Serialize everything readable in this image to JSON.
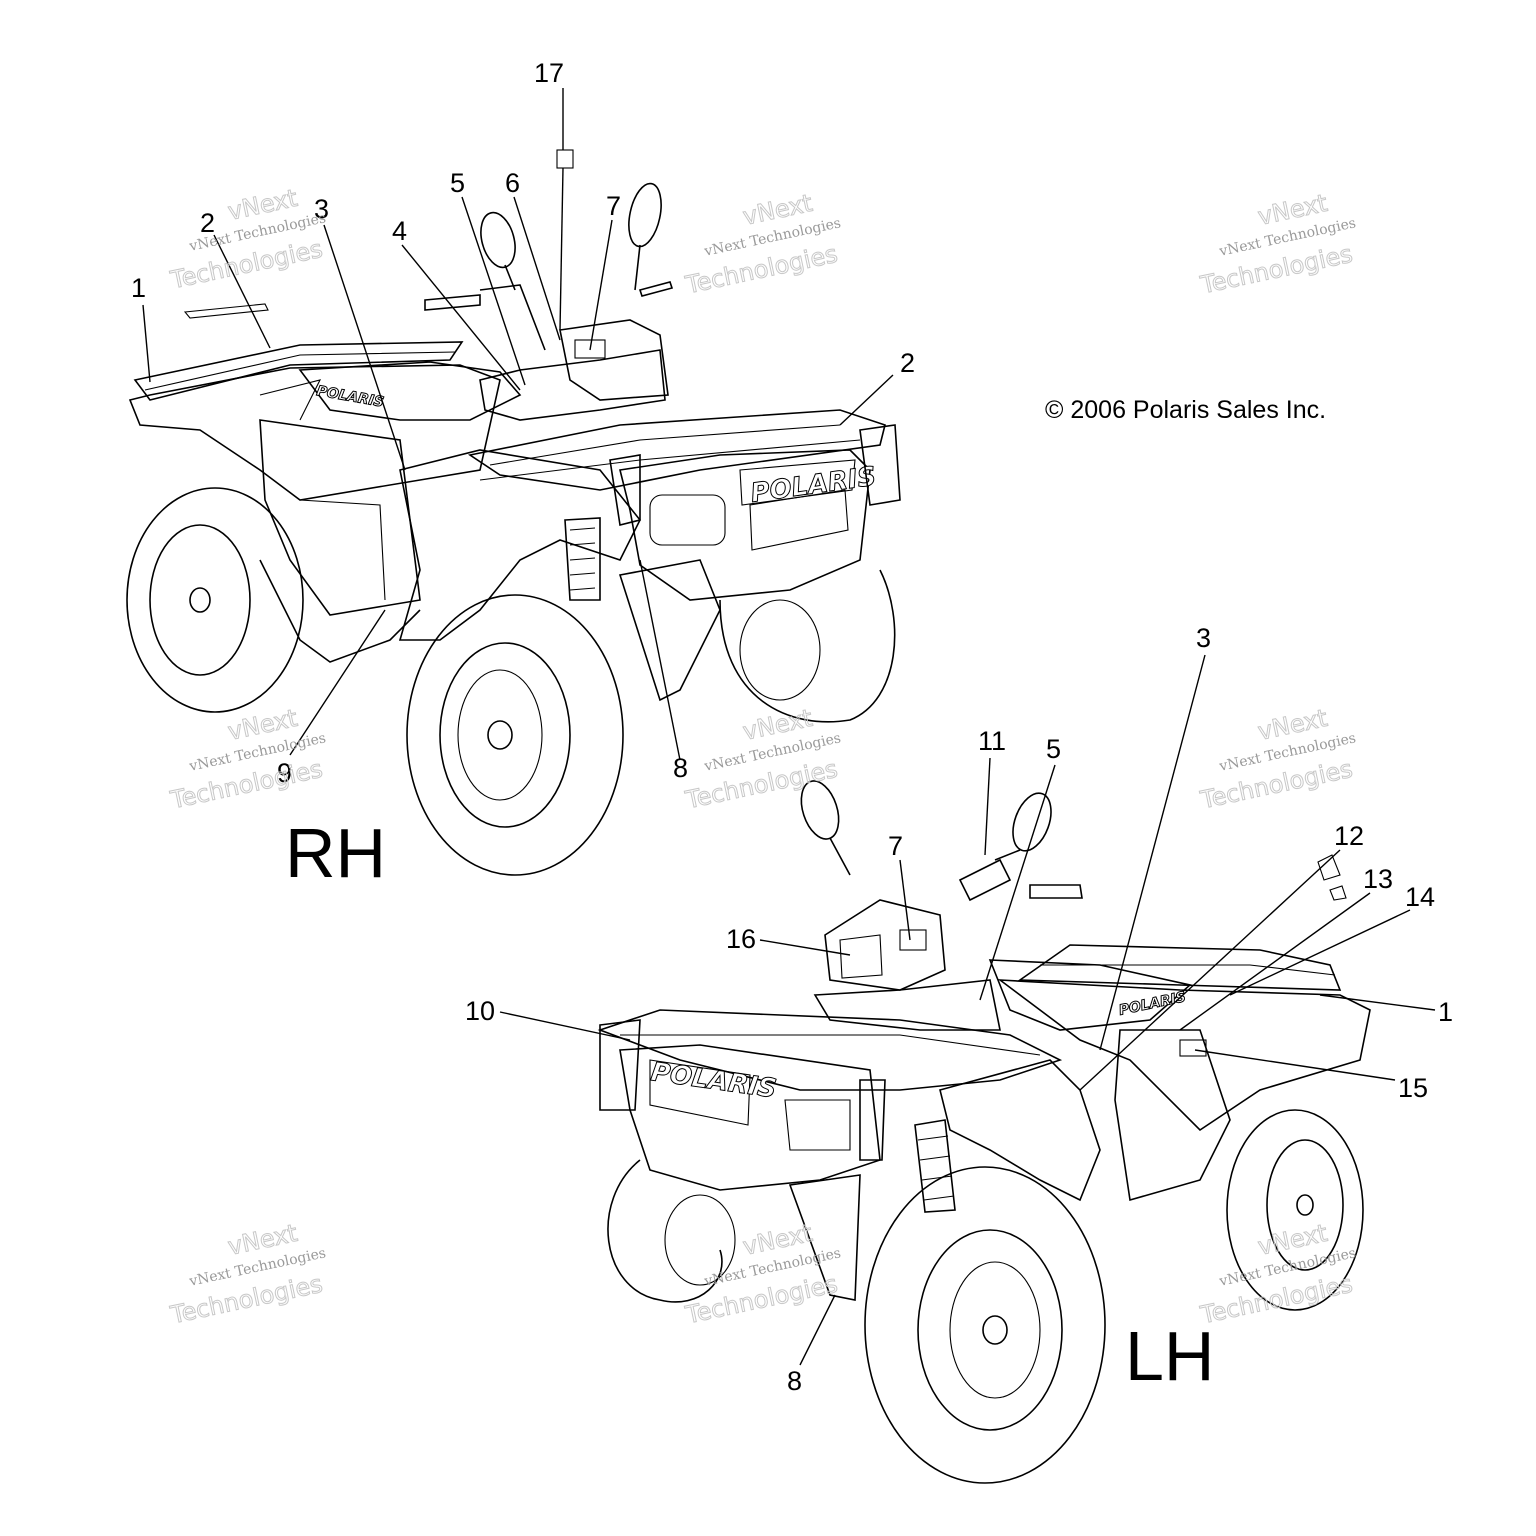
{
  "copyright": "© 2006 Polaris Sales Inc.",
  "views": [
    {
      "id": "rh",
      "label": "RH"
    },
    {
      "id": "lh",
      "label": "LH"
    }
  ],
  "brand_logo": "POLARIS",
  "watermark": {
    "line1": "vNext",
    "line2": "vNext Technologies",
    "line3": "Technologies"
  },
  "callouts": [
    {
      "view": "rh",
      "number": "17"
    },
    {
      "view": "rh",
      "number": "5"
    },
    {
      "view": "rh",
      "number": "6"
    },
    {
      "view": "rh",
      "number": "7"
    },
    {
      "view": "rh",
      "number": "3"
    },
    {
      "view": "rh",
      "number": "4"
    },
    {
      "view": "rh",
      "number": "2"
    },
    {
      "view": "rh",
      "number": "1"
    },
    {
      "view": "rh",
      "number": "2"
    },
    {
      "view": "rh",
      "number": "9"
    },
    {
      "view": "rh",
      "number": "8"
    },
    {
      "view": "lh",
      "number": "3"
    },
    {
      "view": "lh",
      "number": "11"
    },
    {
      "view": "lh",
      "number": "5"
    },
    {
      "view": "lh",
      "number": "12"
    },
    {
      "view": "lh",
      "number": "13"
    },
    {
      "view": "lh",
      "number": "14"
    },
    {
      "view": "lh",
      "number": "7"
    },
    {
      "view": "lh",
      "number": "16"
    },
    {
      "view": "lh",
      "number": "10"
    },
    {
      "view": "lh",
      "number": "1"
    },
    {
      "view": "lh",
      "number": "15"
    },
    {
      "view": "lh",
      "number": "8"
    }
  ]
}
